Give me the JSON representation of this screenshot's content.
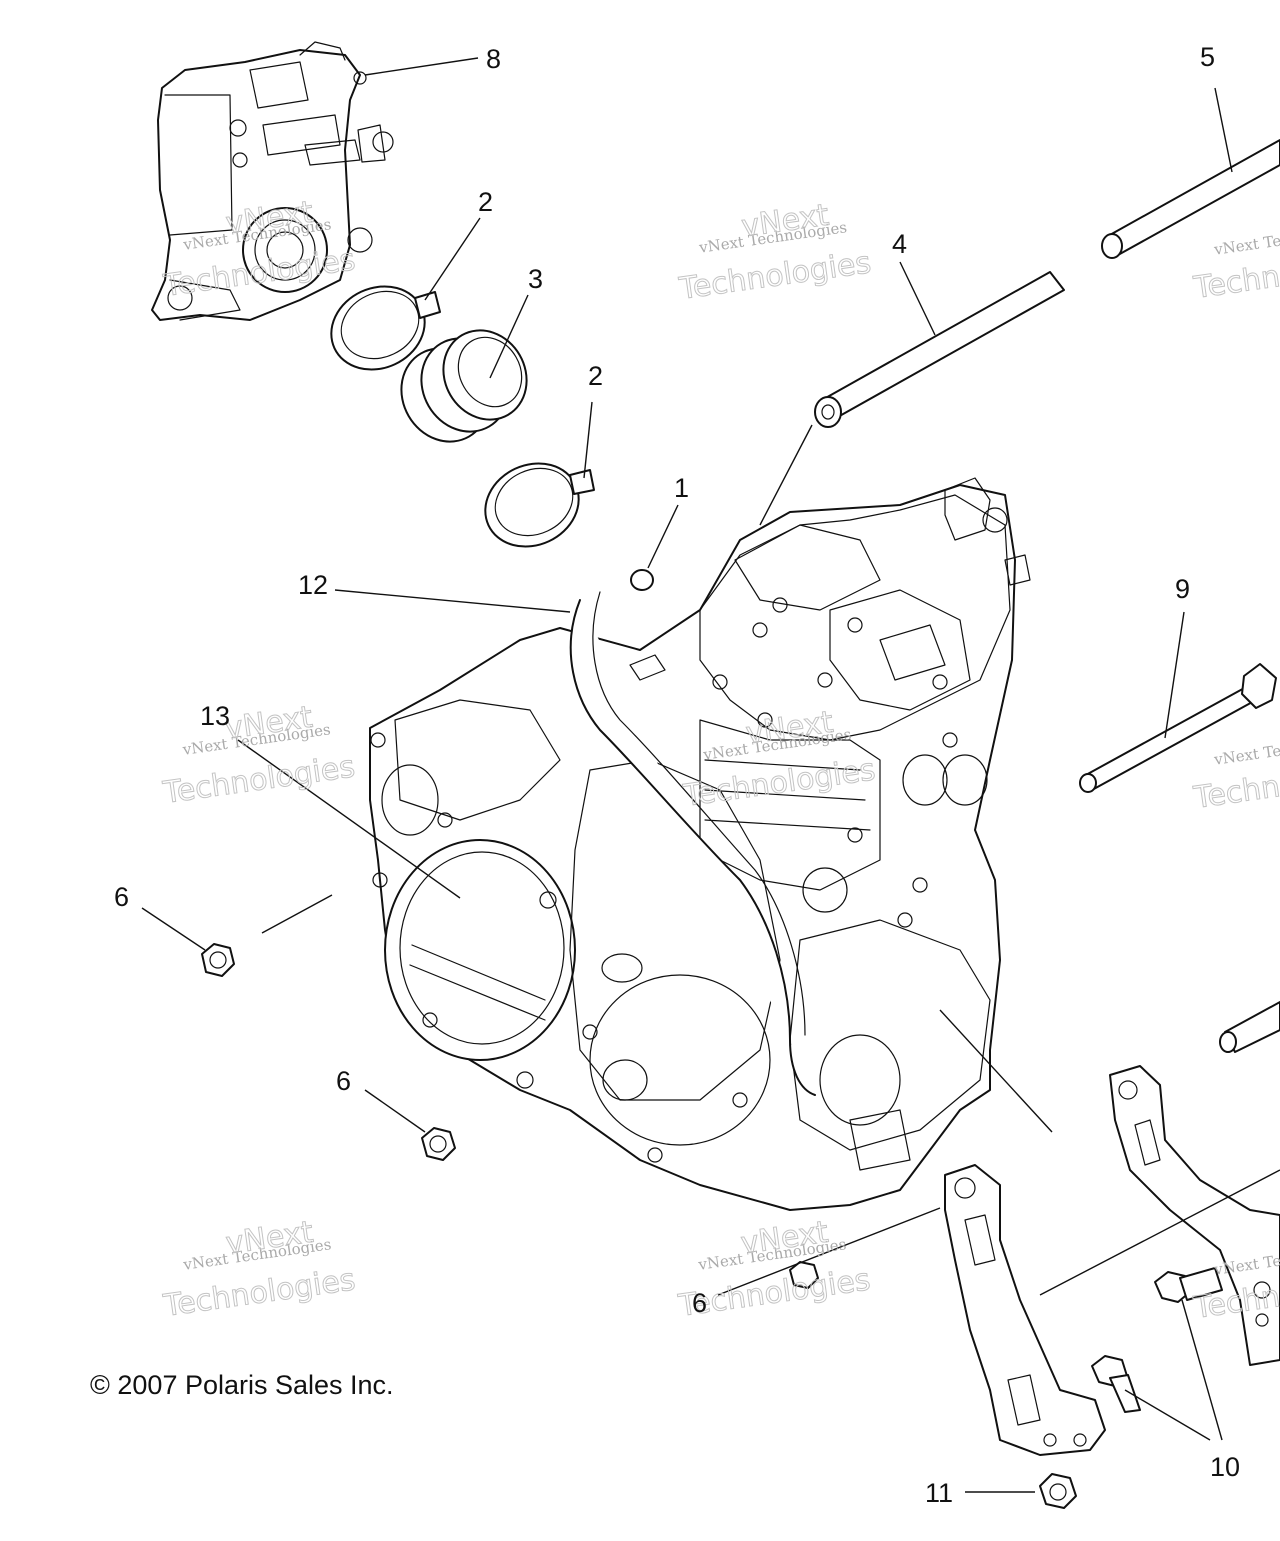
{
  "copyright": "© 2007 Polaris Sales Inc.",
  "watermark": {
    "line1": "vNext Technologies",
    "line2": "vNext",
    "line3": "Technologies"
  },
  "callouts": [
    "1",
    "2",
    "2",
    "3",
    "4",
    "5",
    "6",
    "6",
    "6",
    "8",
    "9",
    "10",
    "11",
    "12",
    "13"
  ]
}
